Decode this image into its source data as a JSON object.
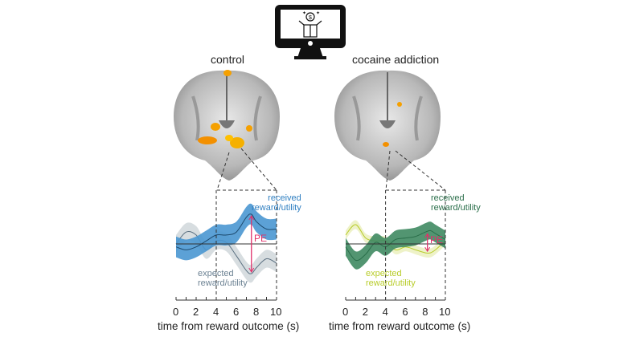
{
  "figure": {
    "monitor_icon": "monitor-with-reward-box-icon",
    "panels": [
      {
        "title": "control"
      },
      {
        "title": "cocaine addiction"
      }
    ]
  },
  "colors": {
    "control_received": "#2f7fc1",
    "control_received_band": "#4a97d2",
    "control_expected": "#5a6f80",
    "control_expected_band": "#d7dde0",
    "addiction_received": "#2a6e4a",
    "addiction_received_band": "#3f8a62",
    "addiction_expected": "#b8cc2a",
    "addiction_expected_band": "#eef2c8",
    "pe": "#e0306a",
    "activation": "#f5a000"
  },
  "chart_data": [
    {
      "type": "line",
      "panel": "control",
      "xlabel": "time from reward outcome (s)",
      "xlim": [
        0,
        10
      ],
      "xticks": [
        "0",
        "2",
        "4",
        "6",
        "8",
        "10"
      ],
      "ylim": [
        -1.6,
        1.6
      ],
      "x": [
        0,
        1,
        2,
        3,
        4,
        5,
        6,
        7,
        7.5,
        8,
        9,
        10
      ],
      "series": [
        {
          "name": "received reward/utility",
          "values": [
            -0.1,
            -0.2,
            -0.1,
            0.1,
            0.3,
            0.3,
            0.4,
            0.9,
            1.0,
            0.75,
            0.5,
            0.5
          ],
          "error": 0.35
        },
        {
          "name": "expected reward/utility",
          "values": [
            0.0,
            0.4,
            0.3,
            -0.2,
            0.1,
            0.05,
            -0.4,
            -0.9,
            -1.0,
            -0.8,
            -0.5,
            -0.65
          ],
          "error": 0.3
        }
      ],
      "annotations": [
        "PE"
      ],
      "marker_line_x": 4,
      "pe_at_x": 7.5
    },
    {
      "type": "line",
      "panel": "cocaine addiction",
      "xlabel": "time from reward outcome (s)",
      "xlim": [
        0,
        10
      ],
      "xticks": [
        "0",
        "2",
        "4",
        "6",
        "8",
        "10"
      ],
      "ylim": [
        -1.6,
        1.6
      ],
      "x": [
        0,
        1,
        2,
        3,
        4,
        5,
        6,
        7,
        8,
        8.5,
        9,
        10
      ],
      "series": [
        {
          "name": "received reward/utility",
          "values": [
            -0.1,
            -0.55,
            -0.35,
            0.05,
            -0.1,
            0.15,
            0.2,
            0.25,
            0.4,
            0.45,
            0.35,
            0.15
          ],
          "error": 0.3
        },
        {
          "name": "expected reward/utility",
          "values": [
            0.3,
            0.65,
            0.2,
            0.1,
            0.1,
            -0.2,
            -0.1,
            -0.2,
            -0.3,
            -0.3,
            -0.2,
            0.1
          ],
          "error": 0.15
        }
      ],
      "annotations": [
        "PE"
      ],
      "marker_line_x": 4,
      "pe_at_x": 8.2
    }
  ],
  "labels": {
    "received": [
      "received",
      "reward/utility"
    ],
    "expected": [
      "expected",
      "reward/utility"
    ],
    "pe": "PE"
  }
}
